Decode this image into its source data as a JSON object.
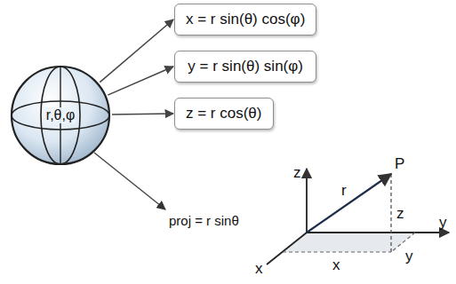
{
  "diagram": {
    "nodes": [
      {
        "text": [
          "r,θ,φ"
        ]
      },
      {
        "text": [
          "x = r sin(θ) cos(φ)"
        ]
      },
      {
        "text": [
          "y = r sin(θ) sin(φ)"
        ]
      },
      {
        "text": [
          "z = r cos(θ)"
        ]
      }
    ],
    "edges": [
      {
        "from": 0,
        "to": 1,
        "arrow": "to"
      },
      {
        "from": 0,
        "to": 2,
        "arrow": "to"
      },
      {
        "from": 0,
        "to": 3,
        "arrow": "to"
      }
    ],
    "labels": [
      "z",
      "P",
      "r",
      "z",
      "y",
      "y",
      "x",
      "x",
      "proj = r sinθ"
    ]
  }
}
